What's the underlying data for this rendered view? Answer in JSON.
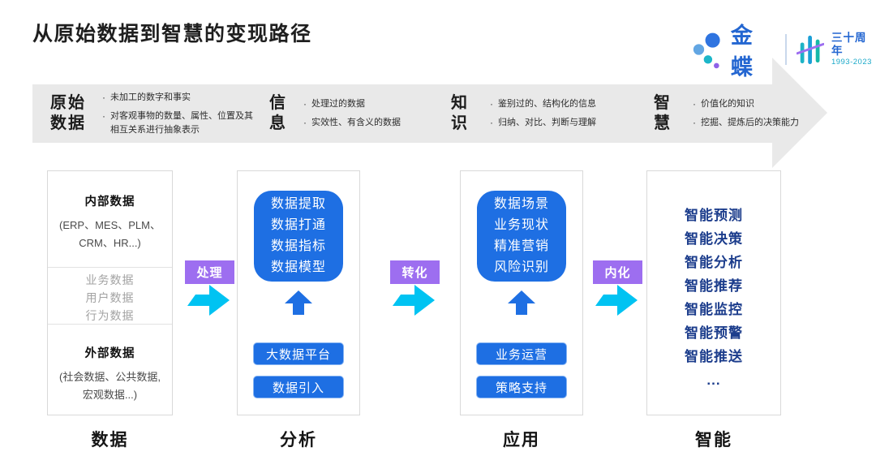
{
  "page": {
    "title": "从原始数据到智慧的变现路径"
  },
  "logo": {
    "brand": "金蝶",
    "anniversary": "三十周年",
    "years": "1993-2023"
  },
  "banner": {
    "stages": [
      {
        "title_lines": [
          "原始",
          "数据"
        ],
        "bullets": [
          "未加工的数字和事实",
          "对客观事物的数量、属性、位置及其相互关系进行抽象表示"
        ]
      },
      {
        "title_lines": [
          "信",
          "息"
        ],
        "bullets": [
          "处理过的数据",
          "实效性、有含义的数据"
        ]
      },
      {
        "title_lines": [
          "知",
          "识"
        ],
        "bullets": [
          "鉴别过的、结构化的信息",
          "归纳、对比、判断与理解"
        ]
      },
      {
        "title_lines": [
          "智",
          "慧"
        ],
        "bullets": [
          "价值化的知识",
          "挖掘、提炼后的决策能力"
        ]
      }
    ]
  },
  "columns": {
    "data": {
      "label": "数据",
      "internal": {
        "title": "内部数据",
        "lines": [
          "(ERP、MES、PLM、",
          "CRM、HR...)"
        ]
      },
      "middle_items": [
        "业务数据",
        "用户数据",
        "行为数据"
      ],
      "external": {
        "title": "外部数据",
        "lines": [
          "(社会数据、公共数据,",
          "宏观数据...)"
        ]
      }
    },
    "analysis": {
      "label": "分析",
      "panel_lines": [
        "数据提取",
        "数据打通",
        "数据指标",
        "数据模型"
      ],
      "buttons": [
        "大数据平台",
        "数据引入"
      ]
    },
    "application": {
      "label": "应用",
      "panel_lines": [
        "数据场景",
        "业务现状",
        "精准营销",
        "风险识别"
      ],
      "buttons": [
        "业务运营",
        "策略支持"
      ]
    },
    "intelligence": {
      "label": "智能",
      "items": [
        "智能预测",
        "智能决策",
        "智能分析",
        "智能推荐",
        "智能监控",
        "智能预警",
        "智能推送",
        "..."
      ]
    }
  },
  "connectors": [
    {
      "label": "处理"
    },
    {
      "label": "转化"
    },
    {
      "label": "内化"
    }
  ],
  "colors": {
    "accent_blue": "#1e6fe3",
    "navy": "#1c3d8c",
    "purple": "#9d6ef0",
    "cyan": "#00c3f2",
    "banner_gray": "#e9e9e9",
    "brand_blue": "#2366d1",
    "brand_teal": "#1aa9c9"
  }
}
